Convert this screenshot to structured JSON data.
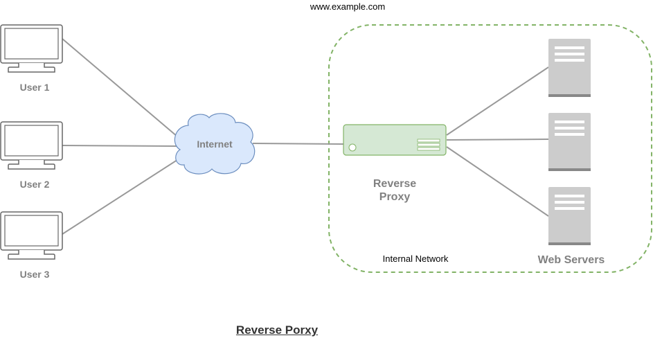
{
  "diagram": {
    "domain_label": "www.example.com",
    "title": "Reverse Porxy",
    "users": [
      {
        "label": "User 1"
      },
      {
        "label": "User 2"
      },
      {
        "label": "User 3"
      }
    ],
    "internet_label": "Internet",
    "proxy_label": "Reverse\nProxy",
    "internal_network_label": "Internal Network",
    "web_servers_label": "Web Servers",
    "server_count": 3
  },
  "colors": {
    "line": "#999999",
    "monitor_stroke": "#666666",
    "cloud_fill": "#dae8fc",
    "cloud_stroke": "#6c8ebf",
    "proxy_fill": "#d5e8d4",
    "proxy_stroke": "#82b366",
    "boundary_stroke": "#82b366",
    "server_fill": "#cccccc",
    "server_base": "#888888"
  },
  "icons": {
    "user": "monitor-icon",
    "internet": "cloud-icon",
    "proxy": "network-appliance-icon",
    "server": "server-icon"
  }
}
